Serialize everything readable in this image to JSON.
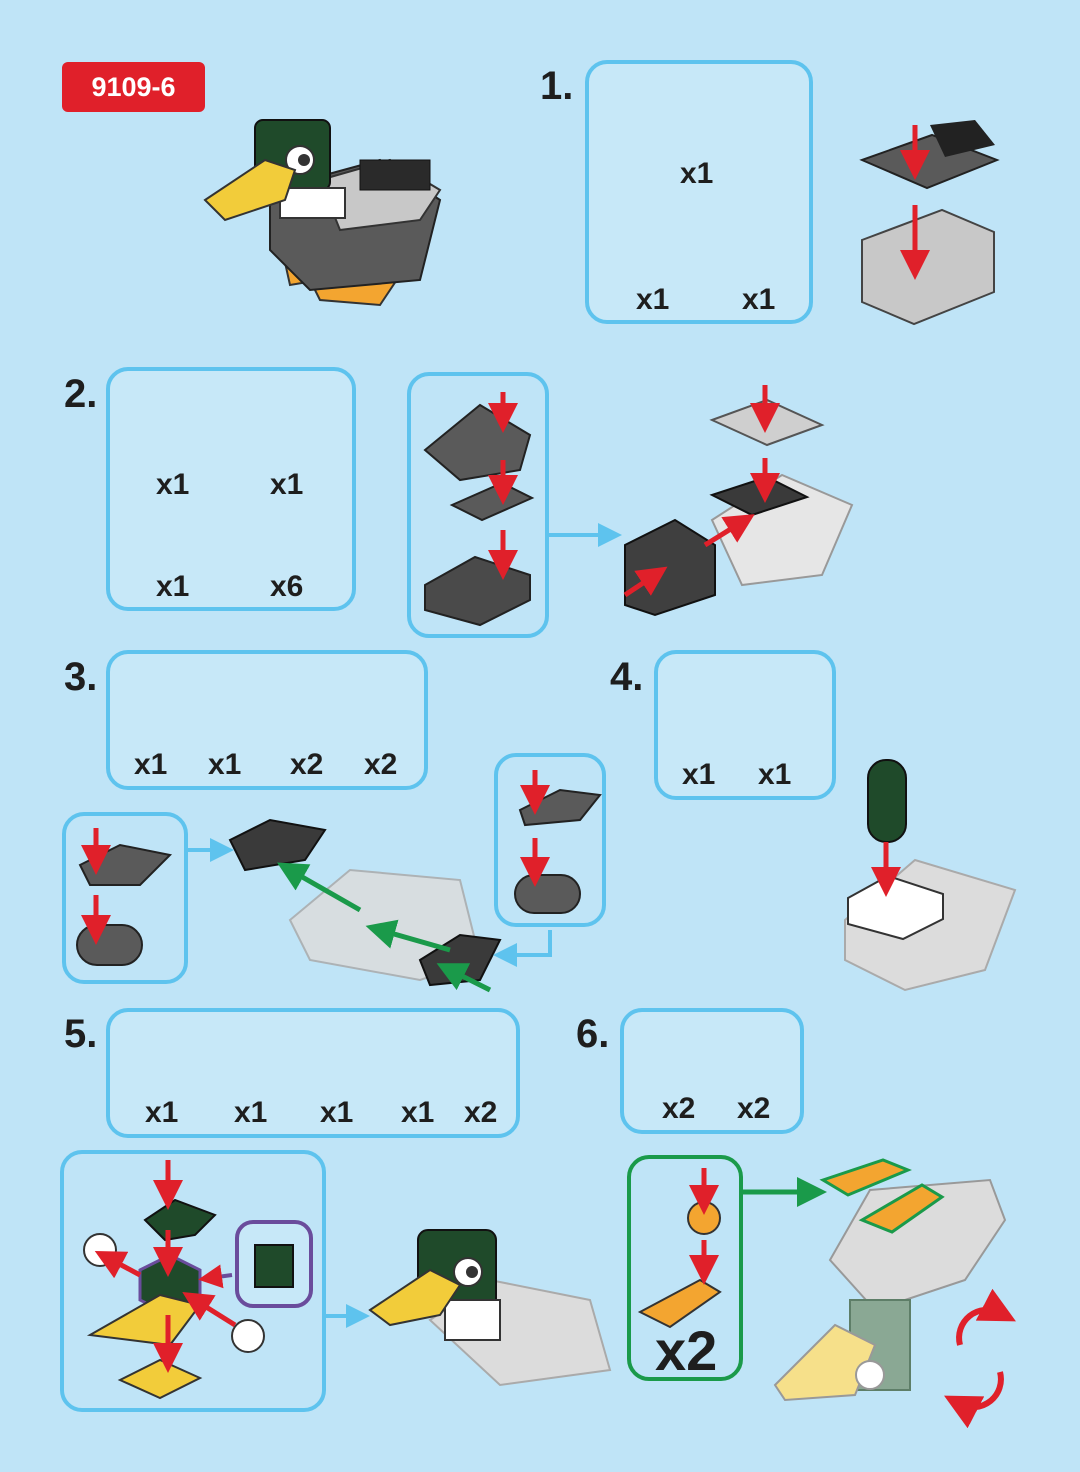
{
  "model_code": "9109-6",
  "steps": {
    "s1": {
      "num": "1.",
      "q_slope": "x1",
      "q_plate": "x1",
      "q_teeth": "x1"
    },
    "s2": {
      "num": "2.",
      "q_curve_light": "x1",
      "q_curve_dark": "x1",
      "q_plate": "x1",
      "q_clip": "x6"
    },
    "s3": {
      "num": "3.",
      "q_wedge_a": "x1",
      "q_wedge_b": "x1",
      "q_round": "x2",
      "q_tile": "x2"
    },
    "s4": {
      "num": "4.",
      "q_cylinder": "x1",
      "q_jumper": "x1"
    },
    "s5": {
      "num": "5.",
      "q_yellow_plate": "x1",
      "q_yellow_curve": "x1",
      "q_green_curve": "x1",
      "q_green_brick": "x1",
      "q_eye": "x2"
    },
    "s6": {
      "num": "6.",
      "q_flipper": "x2",
      "q_round": "x2",
      "q_repeat": "x2"
    }
  },
  "colors": {
    "background": "#bfe4f7",
    "box_border": "#5ec3ee",
    "badge": "#e0202a",
    "arrow_red": "#e0202a",
    "arrow_green": "#1a9a4a",
    "dark_gray": "#5a5a5a",
    "light_gray": "#c8c8c8",
    "duck_green": "#1f4a2a",
    "yellow": "#f2cc3a",
    "orange": "#f3a530",
    "highlight_purple": "#6a4c9c"
  }
}
